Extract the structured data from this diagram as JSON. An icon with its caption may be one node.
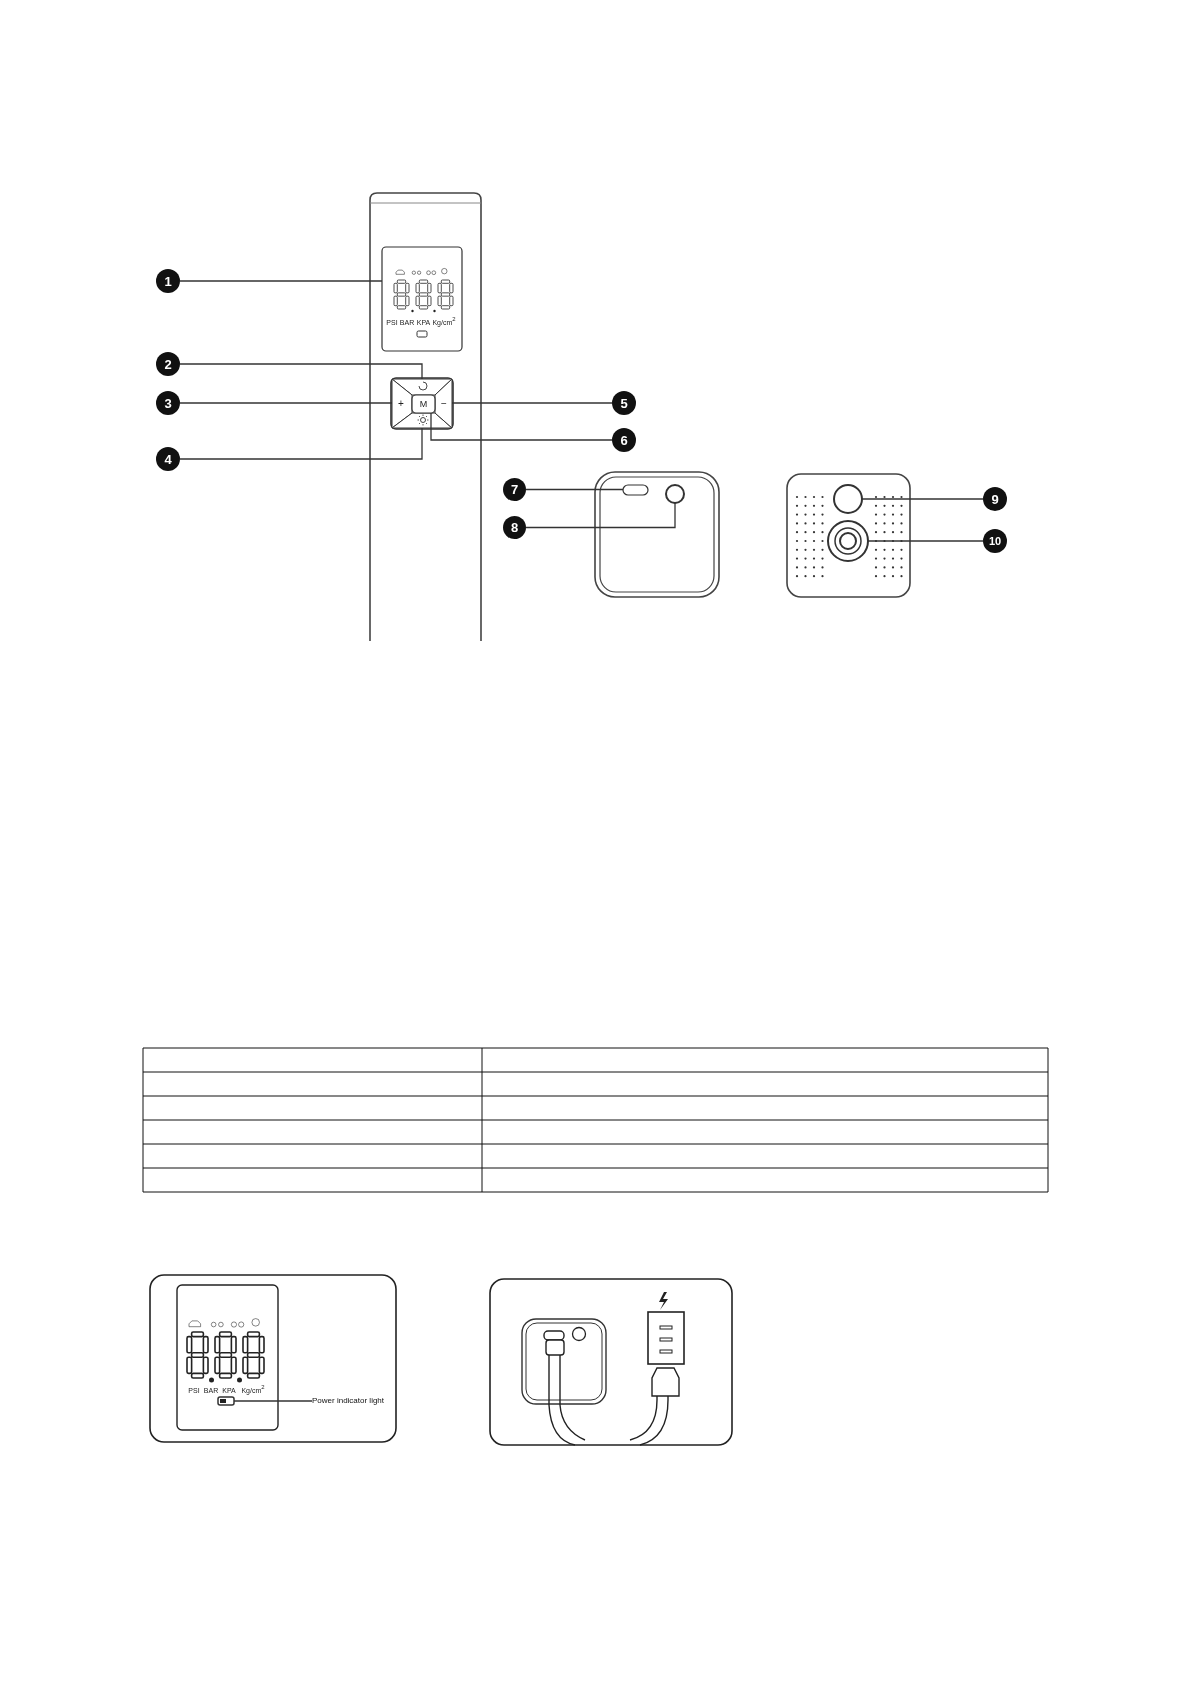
{
  "diagram": {
    "nodes": [
      {
        "text": [
          "1"
        ]
      },
      {
        "text": [
          "2"
        ]
      },
      {
        "text": [
          "3"
        ]
      },
      {
        "text": [
          "4"
        ]
      },
      {
        "text": [
          "5"
        ]
      },
      {
        "text": [
          "6"
        ]
      },
      {
        "text": [
          "7"
        ]
      },
      {
        "text": [
          "8"
        ]
      },
      {
        "text": [
          "9"
        ]
      },
      {
        "text": [
          "10"
        ]
      },
      {
        "text": [],
        "shape": "box"
      },
      {
        "text": [],
        "shape": "box"
      },
      {
        "text": [],
        "shape": "box"
      },
      {
        "text": [],
        "shape": "box"
      },
      {
        "text": [],
        "shape": "box"
      },
      {
        "text": [],
        "shape": "box"
      },
      {
        "text": [],
        "shape": "box"
      },
      {
        "text": [],
        "shape": "circle"
      },
      {
        "text": [],
        "shape": "circle"
      },
      {
        "text": [],
        "shape": "circle"
      },
      {
        "text": [
          "Power indicator light"
        ]
      },
      {
        "text": [],
        "shape": "box"
      }
    ],
    "edges": [
      {
        "from": 0,
        "to": 10,
        "arrow": "none"
      },
      {
        "from": 1,
        "to": 11,
        "arrow": "none"
      },
      {
        "from": 2,
        "to": 12,
        "arrow": "none"
      },
      {
        "from": 3,
        "to": 13,
        "arrow": "none"
      },
      {
        "from": 4,
        "to": 14,
        "arrow": "none"
      },
      {
        "from": 5,
        "to": 15,
        "arrow": "none"
      },
      {
        "from": 6,
        "to": 16,
        "arrow": "none"
      },
      {
        "from": 7,
        "to": 17,
        "arrow": "none"
      },
      {
        "from": 8,
        "to": 18,
        "arrow": "none"
      },
      {
        "from": 9,
        "to": 19,
        "arrow": "none"
      },
      {
        "from": 20,
        "to": 21,
        "arrow": "none"
      }
    ],
    "labels": [
      "PSI",
      "BAR",
      "KPA",
      "Kg/cm$^{2}$",
      "+",
      "M",
      "−",
      "PSI",
      "BAR",
      "KPA",
      "Kg/cm$^{2}$"
    ]
  }
}
